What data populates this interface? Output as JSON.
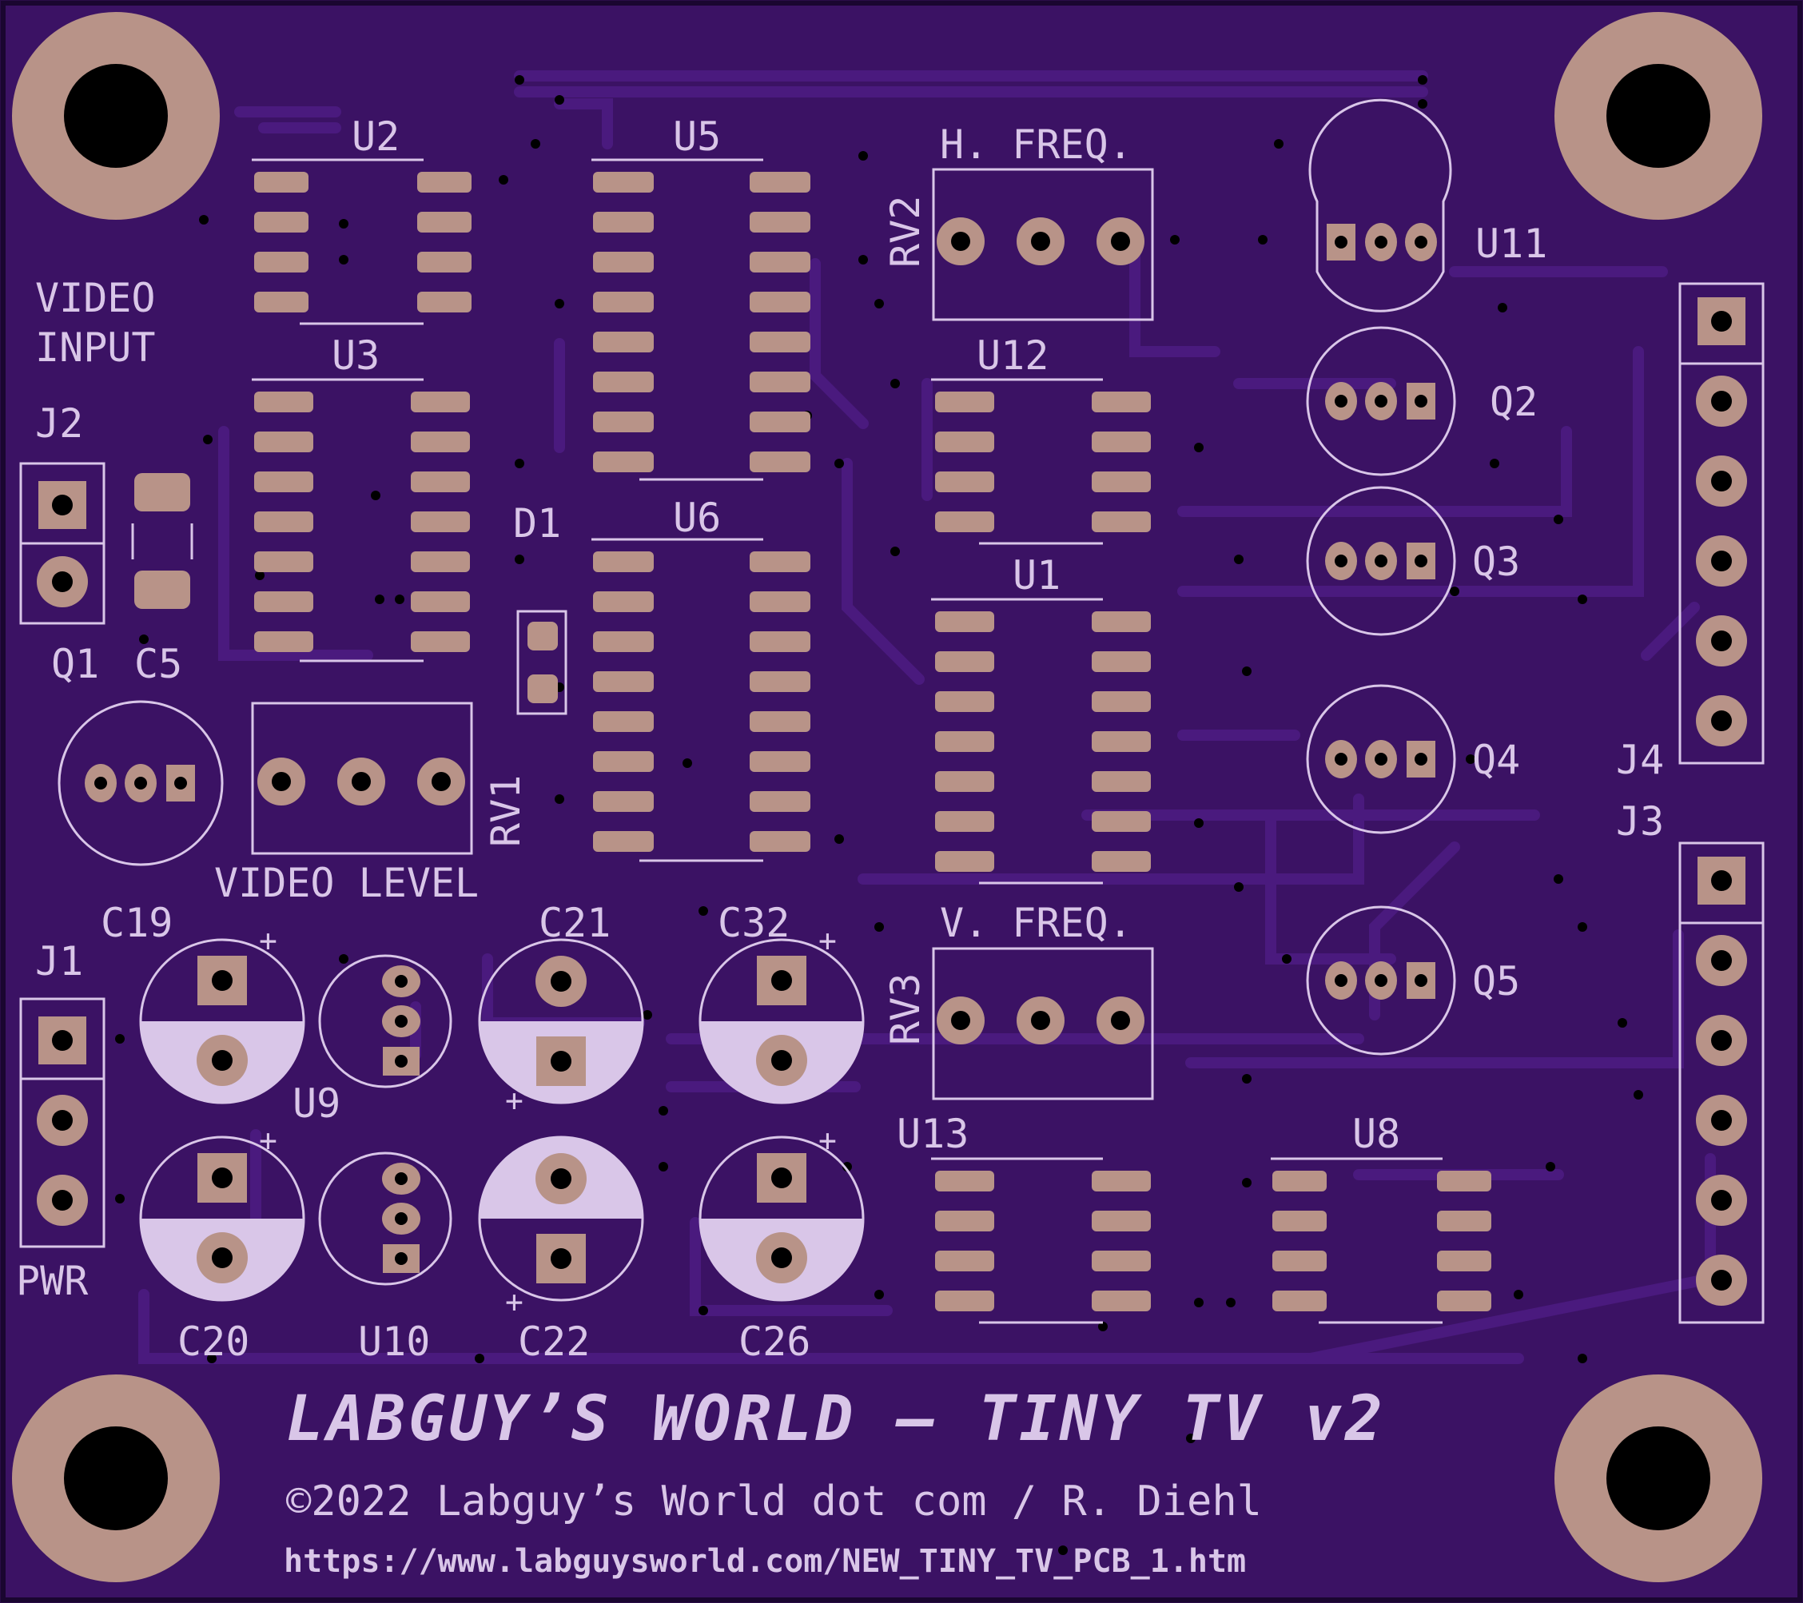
{
  "board": {
    "title": "LABGUY’S WORLD — TINY TV v2",
    "copyright": "©2022 Labguy’s World dot com / R. Diehl",
    "url": "https://www.labguysworld.com/NEW_TINY_TV_PCB_1.htm",
    "colors": {
      "substrate": "#3b1264",
      "copper": "#4a1578",
      "pad": "#b89388",
      "silkscreen": "#d9c6e8",
      "hole": "#000000"
    }
  },
  "labels": {
    "u2": "U2",
    "u3": "U3",
    "u5": "U5",
    "u6": "U6",
    "u1": "U1",
    "u12": "U12",
    "u13": "U13",
    "u8": "U8",
    "u11": "U11",
    "u9": "U9",
    "u10": "U10",
    "q1": "Q1",
    "q2": "Q2",
    "q3": "Q3",
    "q4": "Q4",
    "q5": "Q5",
    "c5": "C5",
    "c19": "C19",
    "c20": "C20",
    "c21": "C21",
    "c22": "C22",
    "c26": "C26",
    "c32": "C32",
    "d1": "D1",
    "j1": "J1",
    "j2": "J2",
    "j3": "J3",
    "j4": "J4",
    "rv1": "RV1",
    "rv2": "RV2",
    "rv3": "RV3",
    "video_input_1": "VIDEO",
    "video_input_2": "INPUT",
    "video_level": "VIDEO LEVEL",
    "h_freq": "H. FREQ.",
    "v_freq": "V. FREQ.",
    "pwr": "PWR",
    "plus": "+"
  }
}
